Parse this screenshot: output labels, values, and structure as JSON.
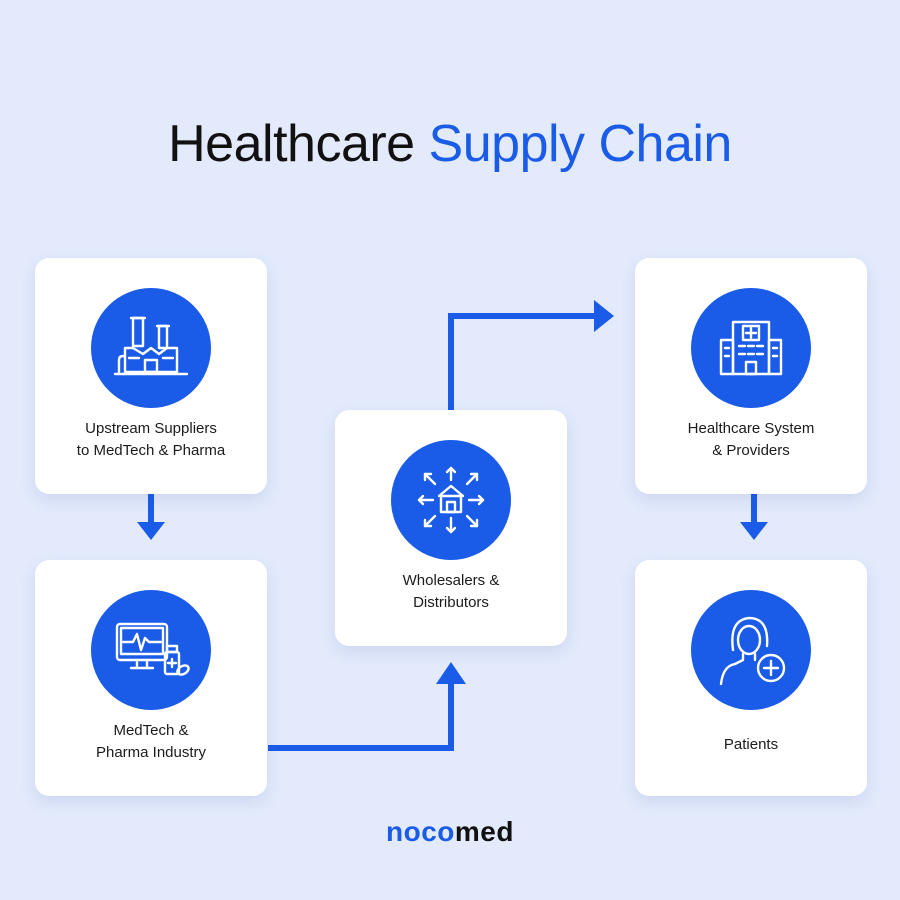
{
  "title": {
    "part1": "Healthcare",
    "part2": "Supply Chain"
  },
  "colors": {
    "background": "#e3eafc",
    "accent": "#1a5ce8",
    "card": "#ffffff",
    "text": "#111111"
  },
  "nodes": [
    {
      "id": "upstream",
      "icon": "factory-icon",
      "lines": [
        "Upstream Suppliers",
        "to MedTech & Pharma"
      ]
    },
    {
      "id": "industry",
      "icon": "medical-monitor-icon",
      "lines": [
        "MedTech &",
        "Pharma Industry"
      ]
    },
    {
      "id": "wholesale",
      "icon": "distribution-house-icon",
      "lines": [
        "Wholesalers &",
        "Distributors"
      ]
    },
    {
      "id": "system",
      "icon": "hospital-icon",
      "lines": [
        "Healthcare System",
        "& Providers"
      ]
    },
    {
      "id": "patients",
      "icon": "patient-plus-icon",
      "lines": [
        "Patients"
      ]
    }
  ],
  "flow": [
    [
      "upstream",
      "industry"
    ],
    [
      "industry",
      "wholesale"
    ],
    [
      "wholesale",
      "system"
    ],
    [
      "system",
      "patients"
    ]
  ],
  "brand": {
    "part1": "noco",
    "part2": "med"
  }
}
